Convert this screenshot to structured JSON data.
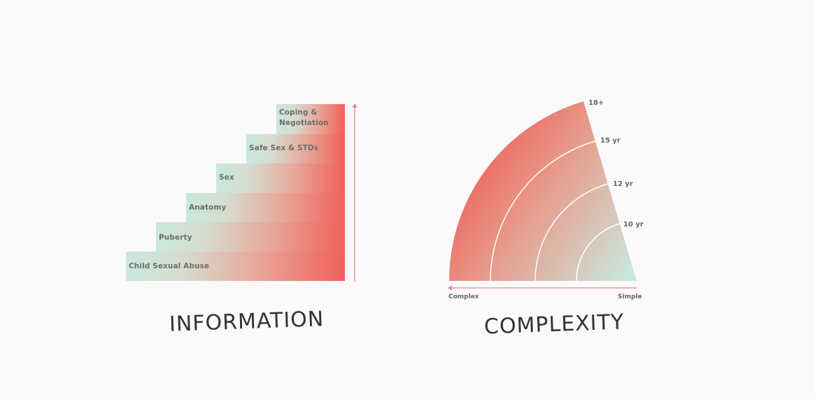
{
  "information": {
    "steps": [
      {
        "label": "Child Sexual Abuse"
      },
      {
        "label": "Puberty"
      },
      {
        "label": "Anatomy"
      },
      {
        "label": "Sex"
      },
      {
        "label": "Safe Sex & STDs"
      },
      {
        "label": "Coping & Negotiation"
      }
    ],
    "caption": "INFORMATION"
  },
  "complexity": {
    "ages": [
      "18+",
      "15 yr",
      "12 yr",
      "10 yr"
    ],
    "axis_left": "Complex",
    "axis_right": "Simple",
    "caption": "COMPLEXITY"
  },
  "colors": {
    "mint": "#c9e8dc",
    "coral": "#f0605a",
    "axis": "#f08080"
  }
}
